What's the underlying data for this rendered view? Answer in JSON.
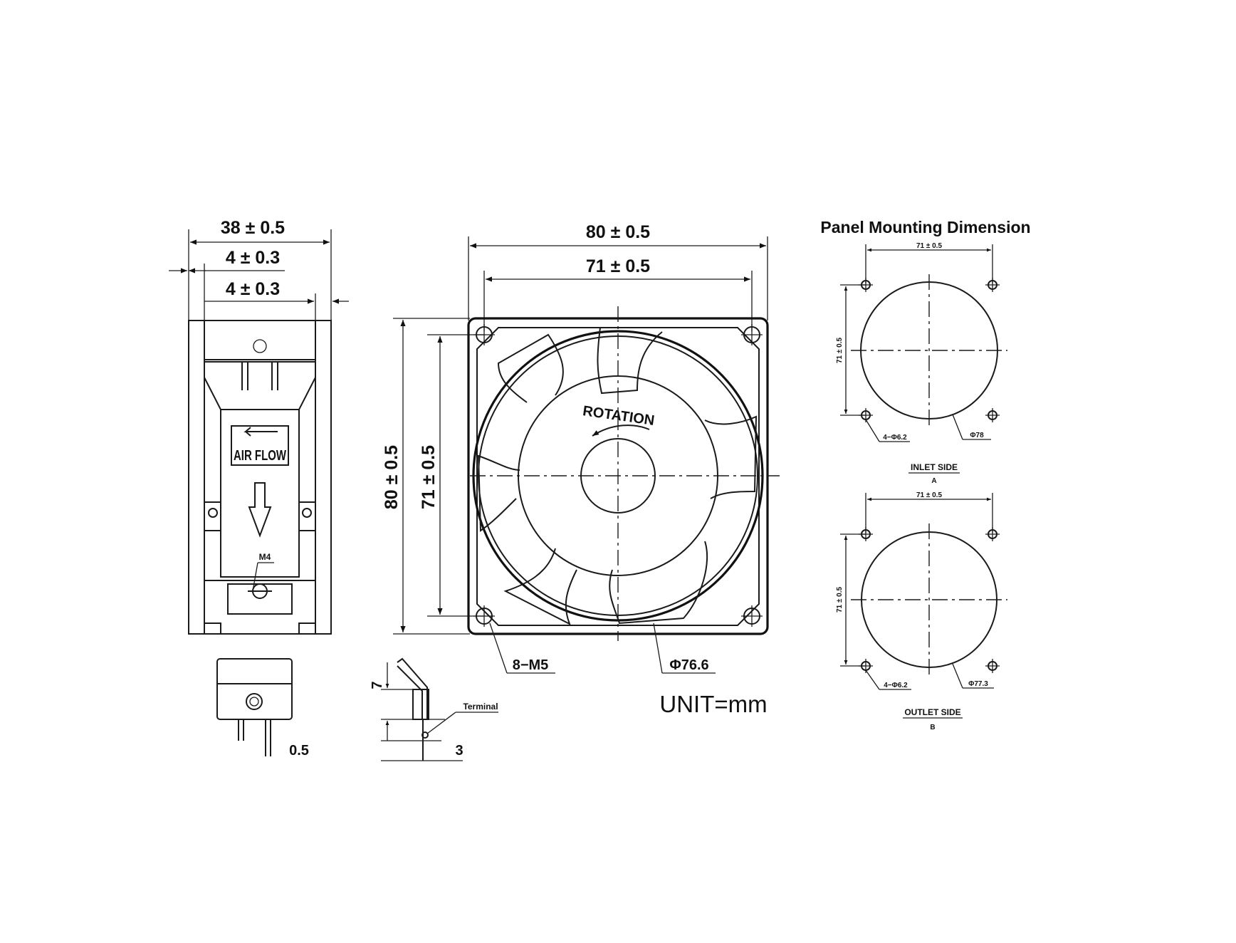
{
  "side_view": {
    "dim_total": "38 ± 0.5",
    "dim_flange_left": "4 ± 0.3",
    "dim_flange_right": "4 ± 0.3",
    "airflow_label": "AIR FLOW",
    "screw_label": "M4",
    "terminal_thickness": "0.5"
  },
  "front_view": {
    "width": "80 ± 0.5",
    "hole_spacing_h": "71 ± 0.5",
    "height": "80 ± 0.5",
    "hole_spacing_v": "71 ± 0.5",
    "rotation_label": "ROTATION",
    "holes_label": "8−M5",
    "diameter_label": "Φ76.6"
  },
  "terminal_detail": {
    "height": "7",
    "terminal_label": "Terminal",
    "width": "3"
  },
  "unit": "UNIT=mm",
  "panel": {
    "title": "Panel Mounting Dimension",
    "inlet": {
      "dim_h": "71 ± 0.5",
      "dim_v": "71 ± 0.5",
      "holes": "4−Φ6.2",
      "diameter": "Φ78",
      "side": "INLET SIDE",
      "letter": "A"
    },
    "outlet": {
      "dim_h": "71 ± 0.5",
      "dim_v": "71 ± 0.5",
      "holes": "4−Φ6.2",
      "diameter": "Φ77.3",
      "side": "OUTLET SIDE",
      "letter": "B"
    }
  }
}
